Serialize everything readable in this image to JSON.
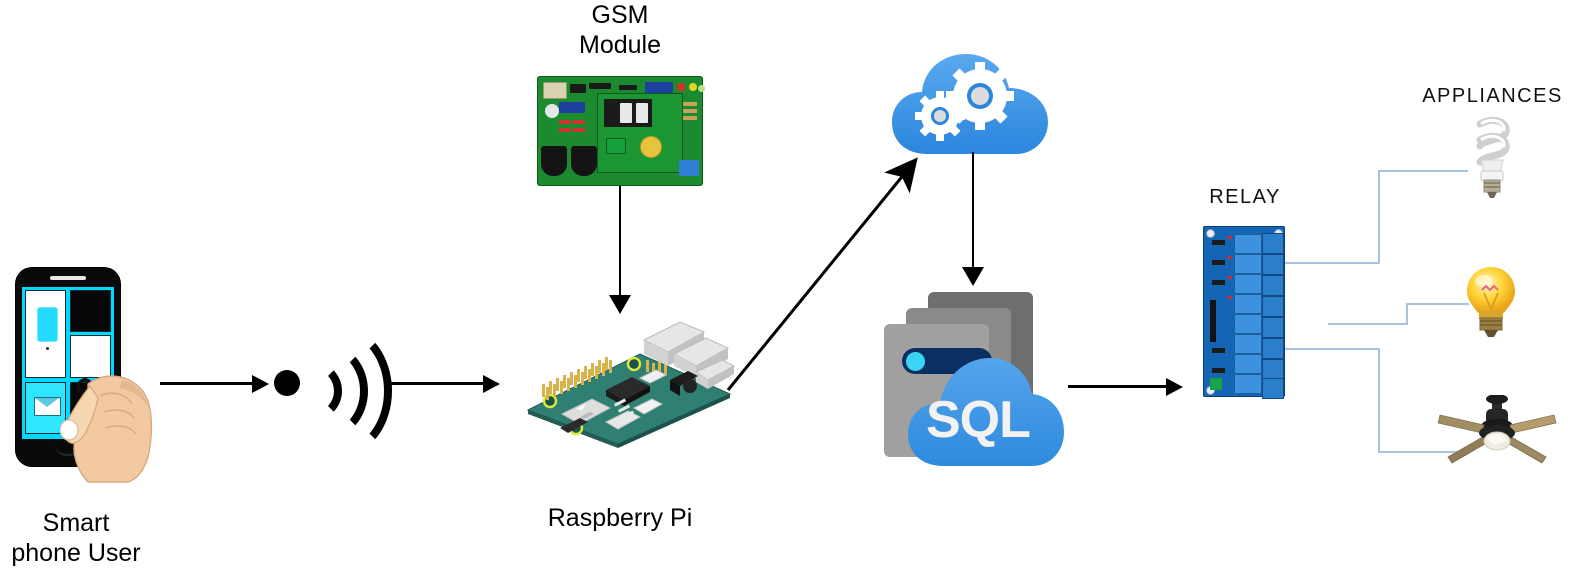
{
  "diagram": {
    "title": "IoT Home Automation System Block Diagram",
    "background_color": "#ffffff",
    "arrow_color": "#000000",
    "connector_color": "#a8c4e0"
  },
  "labels": {
    "smart_phone_user": "Smart\nphone User",
    "gsm_module": "GSM\nModule",
    "raspberry_pi": "Raspberry Pi",
    "relay": "RELAY",
    "appliances": "APPLIANCES",
    "sql": "SQL"
  },
  "nodes": [
    {
      "id": "phone",
      "name": "smartphone-user",
      "label": "Smart\nphone User",
      "kind": "photo-illustration"
    },
    {
      "id": "wifi",
      "name": "wireless-signal",
      "label": "",
      "kind": "icon"
    },
    {
      "id": "gsm",
      "name": "gsm-module",
      "label": "GSM\nModule",
      "kind": "photo-illustration"
    },
    {
      "id": "rpi",
      "name": "raspberry-pi",
      "label": "Raspberry Pi",
      "kind": "photo-illustration"
    },
    {
      "id": "cloud",
      "name": "cloud-services",
      "label": "",
      "kind": "icon"
    },
    {
      "id": "sql",
      "name": "sql-database",
      "label": "SQL",
      "kind": "icon"
    },
    {
      "id": "relay",
      "name": "relay-module",
      "label": "RELAY",
      "kind": "photo-illustration"
    },
    {
      "id": "cfl",
      "name": "cfl-bulb",
      "label": "",
      "kind": "photo-illustration"
    },
    {
      "id": "bulb",
      "name": "incandescent-bulb",
      "label": "",
      "kind": "photo-illustration"
    },
    {
      "id": "fan",
      "name": "ceiling-fan",
      "label": "",
      "kind": "photo-illustration"
    }
  ],
  "edges": [
    {
      "from": "phone",
      "to": "wifi",
      "style": "solid-arrow",
      "direction": "right"
    },
    {
      "from": "wifi",
      "to": "rpi",
      "style": "solid-arrow",
      "direction": "right"
    },
    {
      "from": "gsm",
      "to": "rpi",
      "style": "solid-arrow",
      "direction": "down"
    },
    {
      "from": "rpi",
      "to": "cloud",
      "style": "solid-arrow",
      "direction": "up-right"
    },
    {
      "from": "cloud",
      "to": "sql",
      "style": "solid-arrow",
      "direction": "down"
    },
    {
      "from": "sql",
      "to": "relay",
      "style": "solid-arrow",
      "direction": "right"
    },
    {
      "from": "relay",
      "to": "cfl",
      "style": "elbow-line",
      "direction": "right"
    },
    {
      "from": "relay",
      "to": "bulb",
      "style": "elbow-line",
      "direction": "right"
    },
    {
      "from": "relay",
      "to": "fan",
      "style": "elbow-line",
      "direction": "right"
    }
  ],
  "icons": {
    "wifi": "wireless-signal-icon",
    "cloud": "cloud-gears-icon",
    "sql": "sql-database-cloud-icon",
    "envelope": "mail-envelope-icon",
    "gears": "settings-gears-icon"
  }
}
